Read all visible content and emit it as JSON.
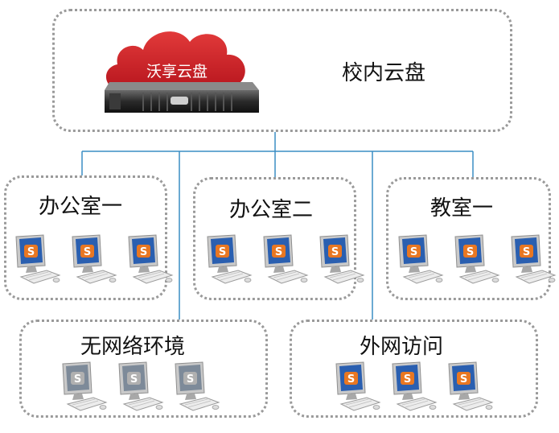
{
  "cloud": {
    "brand": "沃享云盘",
    "title": "校内云盘"
  },
  "groups": {
    "office1": {
      "label": "办公室一"
    },
    "office2": {
      "label": "办公室二"
    },
    "classroom1": {
      "label": "教室一"
    },
    "no_network": {
      "label": "无网络环境"
    },
    "external": {
      "label": "外网访问"
    }
  },
  "colors": {
    "cloud_red": "#d4202a",
    "connector_blue": "#3a8dc4",
    "box_border": "#9a9a9a",
    "monitor_screen": "#2a5fb0",
    "logo_orange": "#e87722"
  },
  "icons": {
    "server": "rack-server-icon",
    "cloud": "cloud-icon",
    "computer": "desktop-computer-icon"
  }
}
